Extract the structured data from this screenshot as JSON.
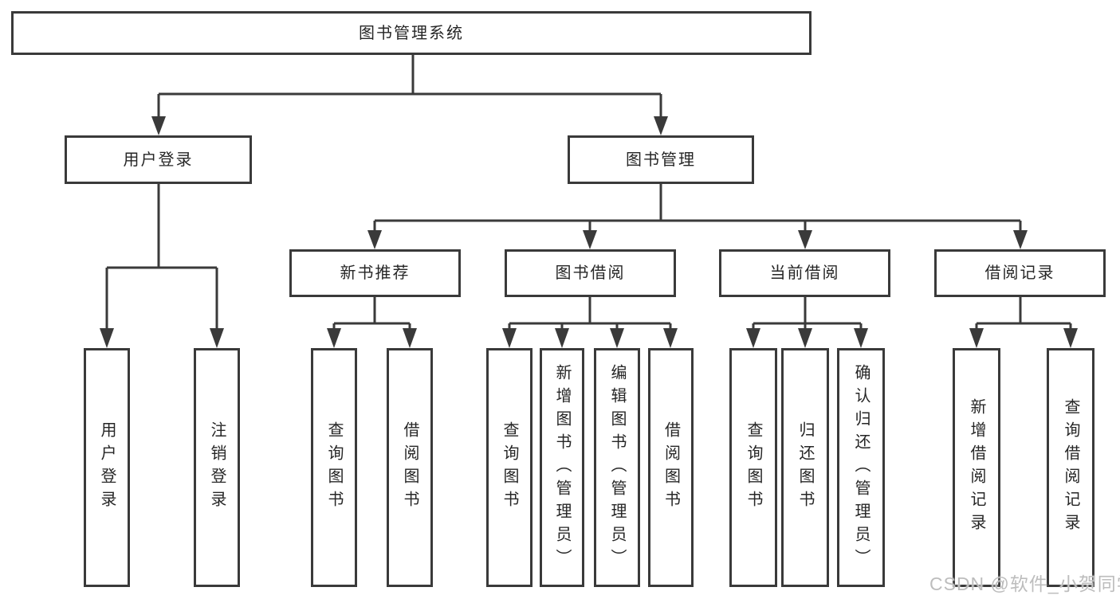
{
  "diagram": {
    "root": {
      "label": "图书管理系统"
    },
    "branches": [
      {
        "label": "用户登录",
        "children": [
          {
            "label": "用户登录"
          },
          {
            "label": "注销登录"
          }
        ]
      },
      {
        "label": "图书管理",
        "children": [
          {
            "label": "新书推荐",
            "children": [
              {
                "label": "查询图书"
              },
              {
                "label": "借阅图书"
              }
            ]
          },
          {
            "label": "图书借阅",
            "children": [
              {
                "label": "查询图书"
              },
              {
                "label": "新增图书（管理员）"
              },
              {
                "label": "编辑图书（管理员）"
              },
              {
                "label": "借阅图书"
              }
            ]
          },
          {
            "label": "当前借阅",
            "children": [
              {
                "label": "查询图书"
              },
              {
                "label": "归还图书"
              },
              {
                "label": "确认归还（管理员）"
              }
            ]
          },
          {
            "label": "借阅记录",
            "children": [
              {
                "label": "新增借阅记录"
              },
              {
                "label": "查询借阅记录"
              }
            ]
          }
        ]
      }
    ],
    "colors": {
      "border": "#3a3a3a",
      "text": "#262626",
      "line": "#3a3a3a"
    }
  },
  "watermark": {
    "text": "CSDN @软件_小贺同学",
    "color": "#bdbdbd"
  }
}
